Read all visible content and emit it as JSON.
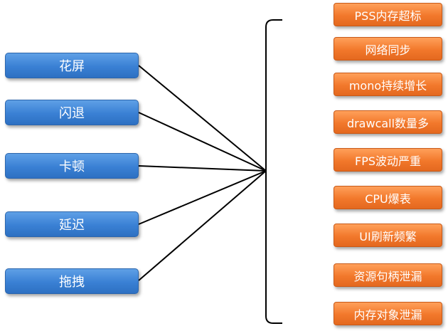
{
  "symptoms": [
    {
      "label": "花屏"
    },
    {
      "label": "闪退"
    },
    {
      "label": "卡顿"
    },
    {
      "label": "延迟"
    },
    {
      "label": "拖拽"
    }
  ],
  "causes": [
    {
      "label": "PSS内存超标"
    },
    {
      "label": "网络同步"
    },
    {
      "label": "mono持续增长"
    },
    {
      "label": "drawcall数量多"
    },
    {
      "label": "FPS波动严重"
    },
    {
      "label": "CPU爆表"
    },
    {
      "label": "UI刷新频繁"
    },
    {
      "label": "资源句柄泄漏"
    },
    {
      "label": "内存对象泄漏"
    }
  ],
  "colors": {
    "symptom_fill": "#3a80d4",
    "cause_fill": "#f2782b",
    "line": "#000000"
  }
}
